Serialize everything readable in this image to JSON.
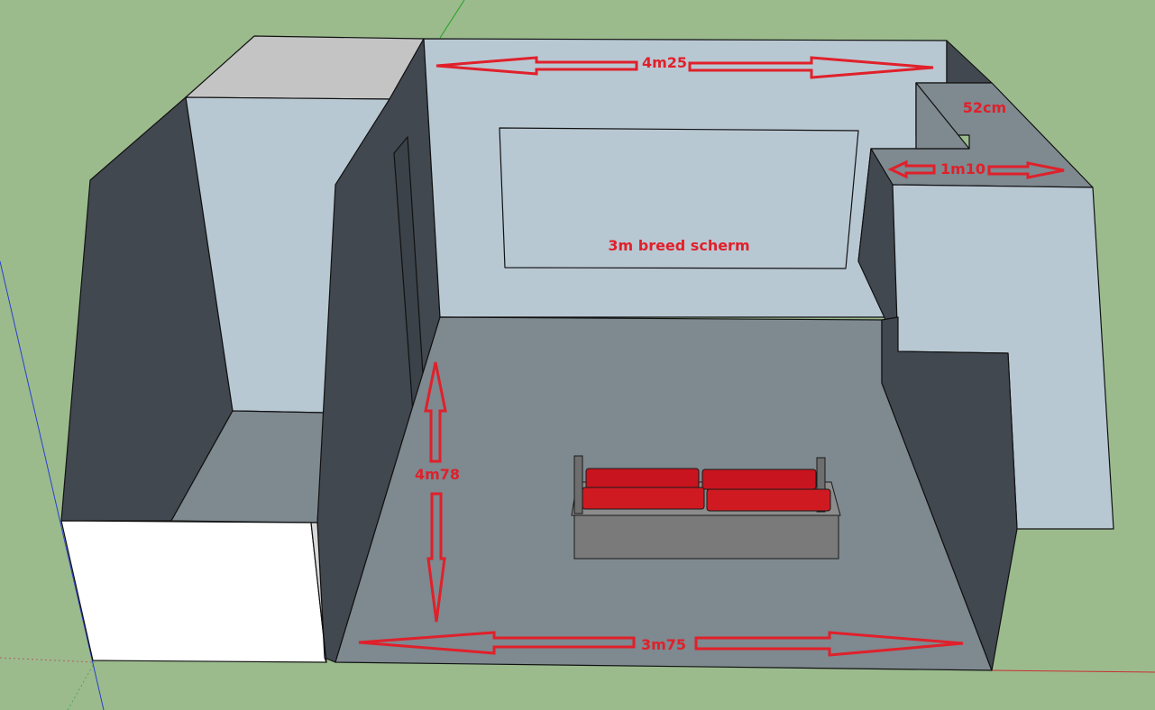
{
  "colors": {
    "ground": "#9bbb8d",
    "wall_light": "#b8c8d3",
    "wall_dark": "#424850",
    "floor": "#7e8990",
    "top_light": "#c4c4c4",
    "block_white": "#ffffff",
    "annotation": "#e0202a",
    "couch_frame": "#7a7a7a",
    "couch_cushion": "#c8141e"
  },
  "labels": {
    "back_wall_width": "4m25",
    "screen": "3m breed scherm",
    "alcove_depth": "52cm",
    "alcove_width": "1m10",
    "room_depth": "4m78",
    "room_width": "3m75"
  }
}
